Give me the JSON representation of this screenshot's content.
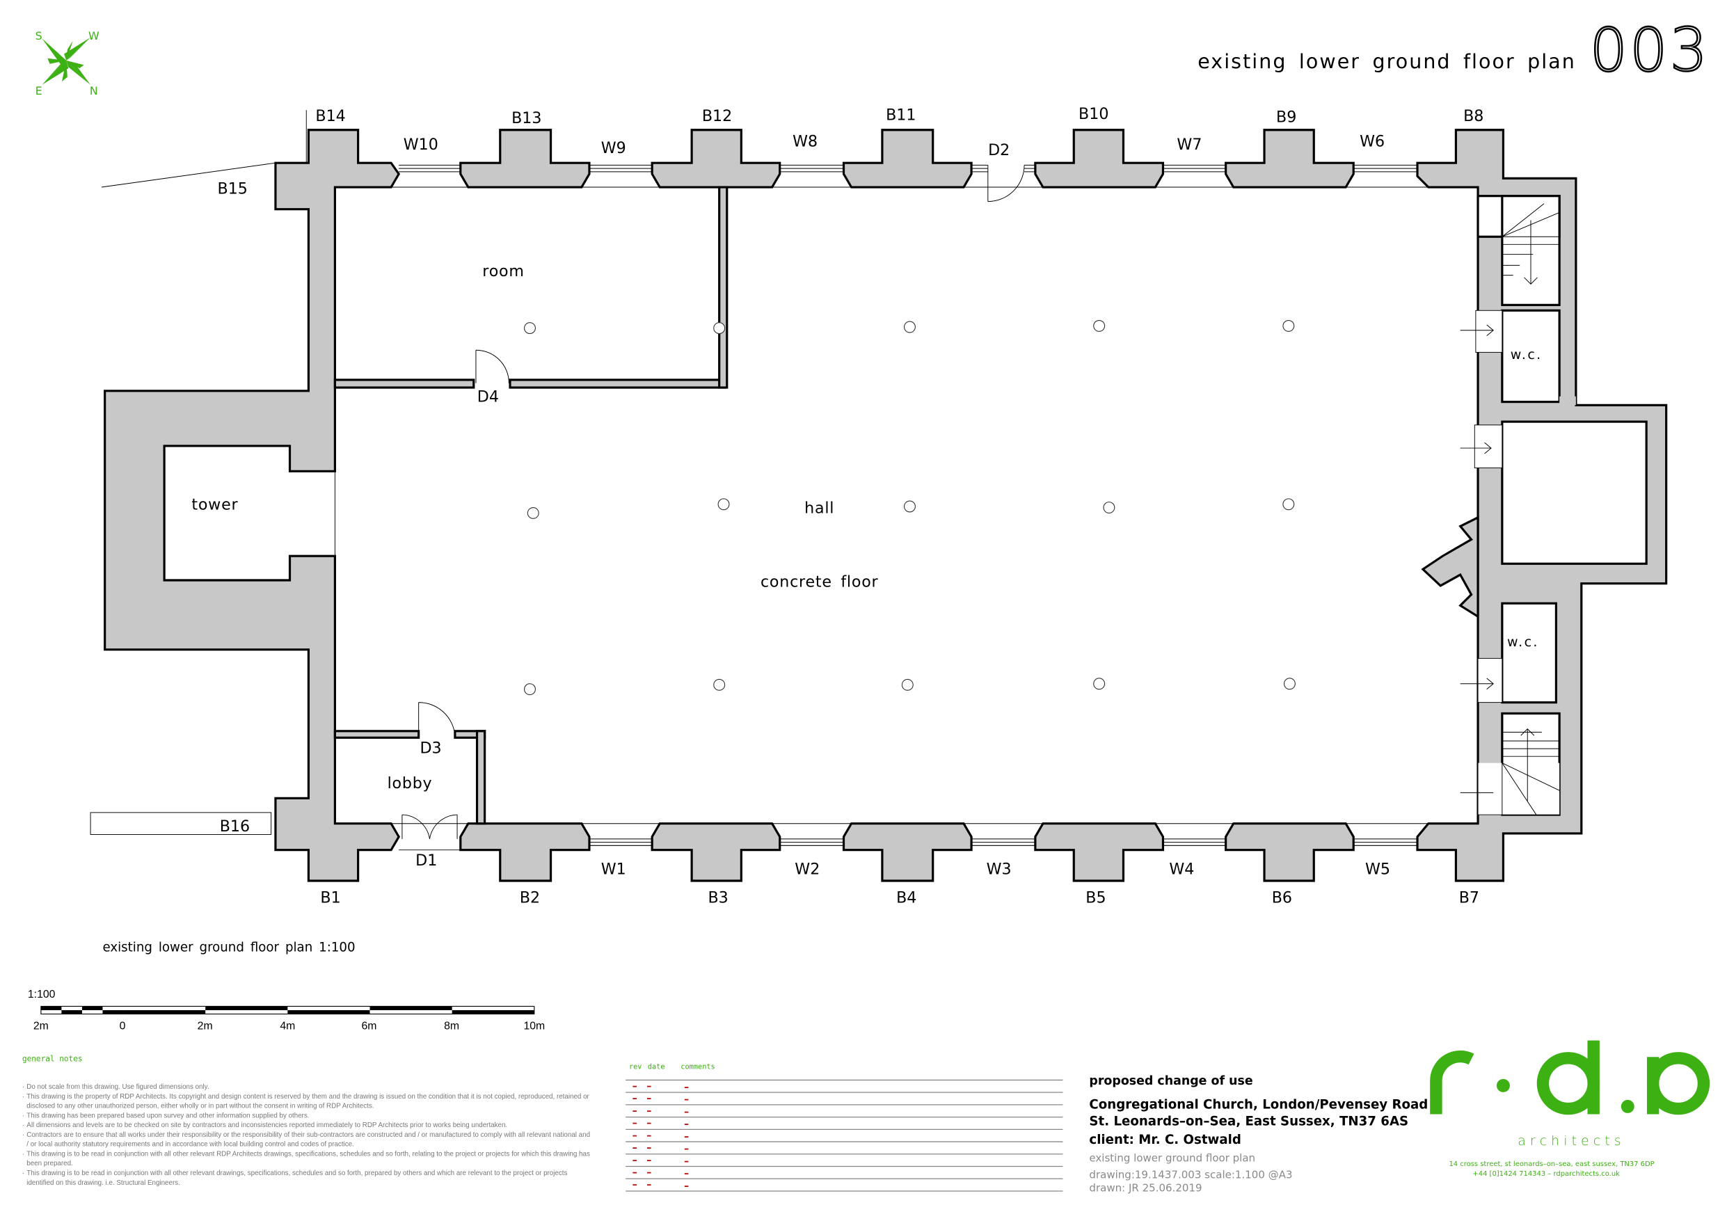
{
  "header": {
    "title": "existing lower ground floor plan",
    "number": "003"
  },
  "compass": {
    "s": "S",
    "w": "W",
    "e": "E",
    "n": "N",
    "color": "#3db014"
  },
  "plan": {
    "piers_top": {
      "b14": "B14",
      "b13": "B13",
      "b12": "B12",
      "b11": "B11",
      "b10": "B10",
      "b9": "B9",
      "b8": "B8",
      "b15": "B15"
    },
    "piers_bottom": {
      "b1": "B1",
      "b2": "B2",
      "b3": "B3",
      "b4": "B4",
      "b5": "B5",
      "b6": "B6",
      "b7": "B7",
      "b16": "B16"
    },
    "windows": {
      "w10": "W10",
      "w9": "W9",
      "w8": "W8",
      "w7": "W7",
      "w6": "W6",
      "w1": "W1",
      "w2": "W2",
      "w3": "W3",
      "w4": "W4",
      "w5": "W5"
    },
    "doors": {
      "d1": "D1",
      "d2": "D2",
      "d3": "D3",
      "d4": "D4"
    },
    "rooms": {
      "room": "room",
      "tower": "tower",
      "hall": "hall",
      "floor": "concrete floor",
      "wc1": "w.c.",
      "wc2": "w.c.",
      "lobby": "lobby"
    }
  },
  "plan_title": "existing lower ground floor plan 1:100",
  "scale_bar": {
    "label": "1:100",
    "ticks": [
      "2m",
      "0",
      "2m",
      "4m",
      "6m",
      "8m",
      "10m"
    ]
  },
  "notes": {
    "heading": "general notes",
    "items": [
      [
        "Do not scale from this drawing. Use figured dimensions only."
      ],
      [
        "This drawing is the property of RDP Architects. Its copyright and design content is reserved by them and the drawing is issued on the condition that it is not copied, reproduced, retained or",
        "disclosed to any other unauthorized person, either wholly or in part without the consent in writing of RDP Architects."
      ],
      [
        "This drawing has been prepared based upon survey and other information supplied by others."
      ],
      [
        "All dimensions and levels are to be checked on site by contractors and inconsistencies reported immediately to RDP Architects prior to works being undertaken."
      ],
      [
        "Contractors are to ensure that all works under their responsibility or the responsibility of their sub-contractors are constructed and / or manufactured to comply with all relevant national and",
        "/ or local authority statutory requirements and in accordance with local building control and codes of practice."
      ],
      [
        "This drawing is to be read in conjunction with all other relevant RDP Architects drawings, specifications, schedules and so forth, relating to the project or projects for which this drawing has",
        "been prepared."
      ],
      [
        "This drawing is to be read in conjunction with all other relevant drawings, specifications, schedules and so forth, prepared by others and which are relevant to the project or projects",
        "identified on this drawing. i.e. Structural Engineers."
      ]
    ]
  },
  "revisions": {
    "headers": {
      "rev": "rev",
      "date": "date",
      "comments": "comments"
    },
    "rows": [
      {
        "rev": "–",
        "date": "–",
        "comments": "–"
      },
      {
        "rev": "–",
        "date": "–",
        "comments": "–"
      },
      {
        "rev": "–",
        "date": "–",
        "comments": "–"
      },
      {
        "rev": "–",
        "date": "–",
        "comments": "–"
      },
      {
        "rev": "–",
        "date": "–",
        "comments": "–"
      },
      {
        "rev": "–",
        "date": "–",
        "comments": "–"
      },
      {
        "rev": "–",
        "date": "–",
        "comments": "–"
      },
      {
        "rev": "–",
        "date": "–",
        "comments": "–"
      },
      {
        "rev": "–",
        "date": "–",
        "comments": "–"
      }
    ],
    "dash_color": "#b01010"
  },
  "title_block": {
    "project": "proposed change of use",
    "address1": "Congregational Church, London/Pevensey Road",
    "address2": "St. Leonards–on–Sea, East Sussex, TN37 6AS",
    "client": "client:  Mr. C. Ostwald",
    "drawing_title": "existing lower ground floor plan",
    "drawing_info": "drawing:19.1437.003  scale:1.100  @A3",
    "drawn": "drawn:  JR  25.06.2019"
  },
  "logo": {
    "letters": "r·d.p",
    "subtitle": "a r c h i t e c t s",
    "address": "14 cross street, st leonards–on–sea, east sussex, TN37 6DP",
    "contact": "+44 [0]1424 714343  –  rdparchitects.co.uk",
    "color": "#3db014"
  }
}
